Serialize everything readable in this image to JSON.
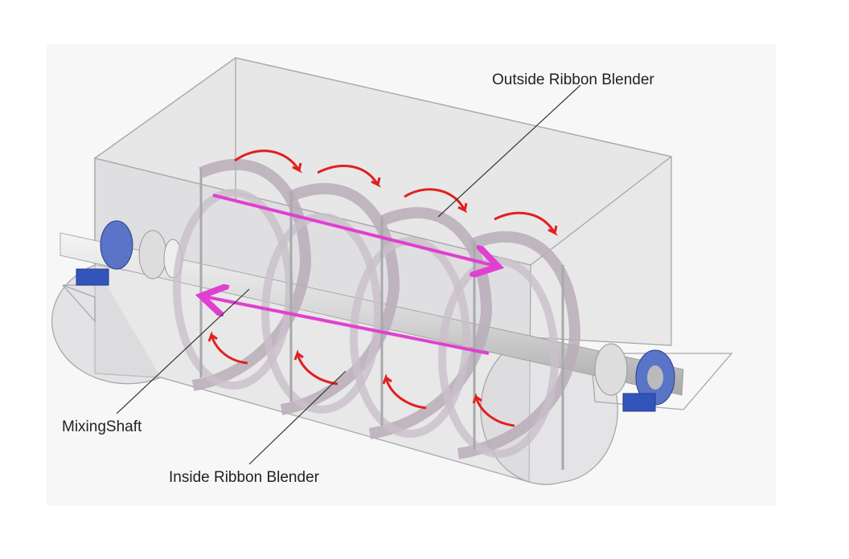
{
  "diagram": {
    "labels": {
      "outside_ribbon": "Outside Ribbon Blender",
      "mixing_shaft": "MixingShaft",
      "inside_ribbon": "Inside Ribbon Blender"
    },
    "colors": {
      "flow_arrow": "#e02020",
      "axial_arrow": "#e040d0",
      "bearing": "#3355bb",
      "ribbon": "#c9bfc9",
      "tank": "#d9d9dc"
    }
  }
}
